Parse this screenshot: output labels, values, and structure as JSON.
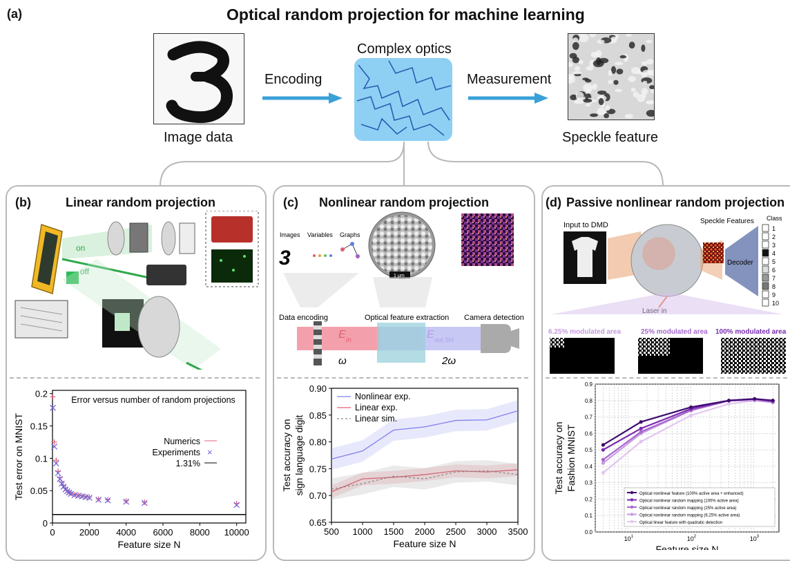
{
  "panel_a": {
    "label": "(a)",
    "title": "Optical random projection for machine learning",
    "image_caption": "Image data",
    "encoding": "Encoding",
    "optics": "Complex optics",
    "measurement": "Measurement",
    "speckle_caption": "Speckle feature"
  },
  "panel_b": {
    "label": "(b)",
    "title": "Linear random projection",
    "on": "on",
    "off": "off"
  },
  "panel_c": {
    "label": "(c)",
    "title": "Nonlinear random projection",
    "images": "Images",
    "variables": "Variables",
    "graphs": "Graphs",
    "scale": "1 μm",
    "data_encoding": "Data encoding",
    "optical_extraction": "Optical feature extraction",
    "camera": "Camera detection",
    "e_in": "E",
    "e_in_sub": "in",
    "e_out": "E",
    "e_out_sub": "out,SH",
    "omega": "ω",
    "two_omega": "2ω"
  },
  "panel_d": {
    "label": "(d)",
    "title": "Passive nonlinear random projection",
    "input_dmd": "Input to DMD",
    "speckle_features": "Speckle Features",
    "decoder": "Decoder",
    "class_title": "Class",
    "classes": [
      "1",
      "2",
      "3",
      "4",
      "5",
      "6",
      "7",
      "8",
      "9",
      "10"
    ],
    "laser_in": "Laser in",
    "area1": "6.25% modulated area",
    "area2": "25% modulated area",
    "area3": "100% modulated area"
  },
  "chart_data": [
    {
      "type": "scatter",
      "title": "Error versus number of random projections",
      "xlabel": "Feature size N",
      "ylabel": "Test error on MNIST",
      "xlim": [
        0,
        10500
      ],
      "ylim": [
        0,
        0.205
      ],
      "xticks": [
        "0",
        "2000",
        "4000",
        "6000",
        "8000",
        "10000"
      ],
      "yticks": [
        "0",
        "0.05",
        "0.1",
        "0.15",
        "0.2"
      ],
      "series": [
        {
          "name": "Numerics",
          "color": "#e0607a",
          "marker": "+",
          "x": [
            20,
            100,
            200,
            300,
            400,
            500,
            600,
            700,
            800,
            900,
            1000,
            1200,
            1400,
            1600,
            1800,
            2000,
            2500,
            3000,
            4000,
            5000,
            10000
          ],
          "y": [
            0.195,
            0.125,
            0.097,
            0.08,
            0.07,
            0.063,
            0.058,
            0.054,
            0.05,
            0.048,
            0.046,
            0.044,
            0.043,
            0.042,
            0.041,
            0.04,
            0.037,
            0.036,
            0.034,
            0.032,
            0.03
          ]
        },
        {
          "name": "Experiments",
          "color": "#6a62d8",
          "marker": "x",
          "x": [
            20,
            100,
            200,
            300,
            400,
            500,
            600,
            700,
            800,
            900,
            1000,
            1200,
            1400,
            1600,
            1800,
            2000,
            2500,
            3000,
            4000,
            5000,
            10000
          ],
          "y": [
            0.178,
            0.118,
            0.092,
            0.077,
            0.068,
            0.061,
            0.056,
            0.052,
            0.049,
            0.047,
            0.045,
            0.043,
            0.042,
            0.041,
            0.04,
            0.039,
            0.036,
            0.035,
            0.033,
            0.031,
            0.028
          ]
        }
      ],
      "hline": {
        "name": "1.31%",
        "value": 0.0131,
        "color": "#000000"
      }
    },
    {
      "type": "line",
      "xlabel": "Feature size N",
      "ylabel": "Test accuracy on sign language digit",
      "xlim": [
        500,
        3500
      ],
      "ylim": [
        0.65,
        0.9
      ],
      "xticks": [
        "500",
        "1000",
        "1500",
        "2000",
        "2500",
        "3000",
        "3500"
      ],
      "yticks": [
        "0.65",
        "0.70",
        "0.75",
        "0.80",
        "0.85",
        "0.90"
      ],
      "x": [
        500,
        1000,
        1500,
        2000,
        2500,
        3000,
        3500
      ],
      "series": [
        {
          "name": "Nonlinear exp.",
          "color": "#7f7ff0",
          "dash": "",
          "band": 0.02,
          "values": [
            0.768,
            0.783,
            0.822,
            0.828,
            0.84,
            0.841,
            0.858
          ]
        },
        {
          "name": "Linear exp.",
          "color": "#e06070",
          "dash": "",
          "band": 0.012,
          "values": [
            0.707,
            0.731,
            0.734,
            0.739,
            0.746,
            0.744,
            0.748
          ]
        },
        {
          "name": "Linear sim.",
          "color": "#888888",
          "dash": "3,3",
          "band": 0.02,
          "values": [
            0.712,
            0.722,
            0.736,
            0.731,
            0.744,
            0.746,
            0.739
          ]
        }
      ]
    },
    {
      "type": "line",
      "xlabel": "Feature size N",
      "ylabel": "Test accuracy on Fashion MNIST",
      "xscale": "log",
      "xlim": [
        3,
        2500
      ],
      "ylim": [
        0,
        0.9
      ],
      "xticks": [
        "10^1",
        "10^2",
        "10^3"
      ],
      "yticks": [
        "0.0",
        "0.1",
        "0.2",
        "0.3",
        "0.4",
        "0.5",
        "0.6",
        "0.7",
        "0.8",
        "0.9"
      ],
      "x": [
        4,
        16,
        100,
        400,
        1024,
        2000
      ],
      "series": [
        {
          "name": "Optical nonlinear feature (100% active area + enhanced)",
          "color": "#3d0a70",
          "values": [
            0.53,
            0.67,
            0.76,
            0.8,
            0.81,
            0.8
          ]
        },
        {
          "name": "Optical nonlinear random mapping (100% active area)",
          "color": "#7a2bb0",
          "values": [
            0.5,
            0.63,
            0.75,
            0.8,
            0.81,
            0.8
          ]
        },
        {
          "name": "Optical nonlinear random mapping (25% active area)",
          "color": "#a568cf",
          "values": [
            0.44,
            0.61,
            0.74,
            0.8,
            0.81,
            0.79
          ]
        },
        {
          "name": "Optical nonlinear random mapping (6.25% active area)",
          "color": "#c79ae0",
          "values": [
            0.42,
            0.6,
            0.74,
            0.8,
            0.8,
            0.79
          ]
        },
        {
          "name": "Optical linear feature with quadratic detection",
          "color": "#e1c6ef",
          "values": [
            0.36,
            0.55,
            0.71,
            0.78,
            0.8,
            0.79
          ]
        }
      ]
    }
  ]
}
